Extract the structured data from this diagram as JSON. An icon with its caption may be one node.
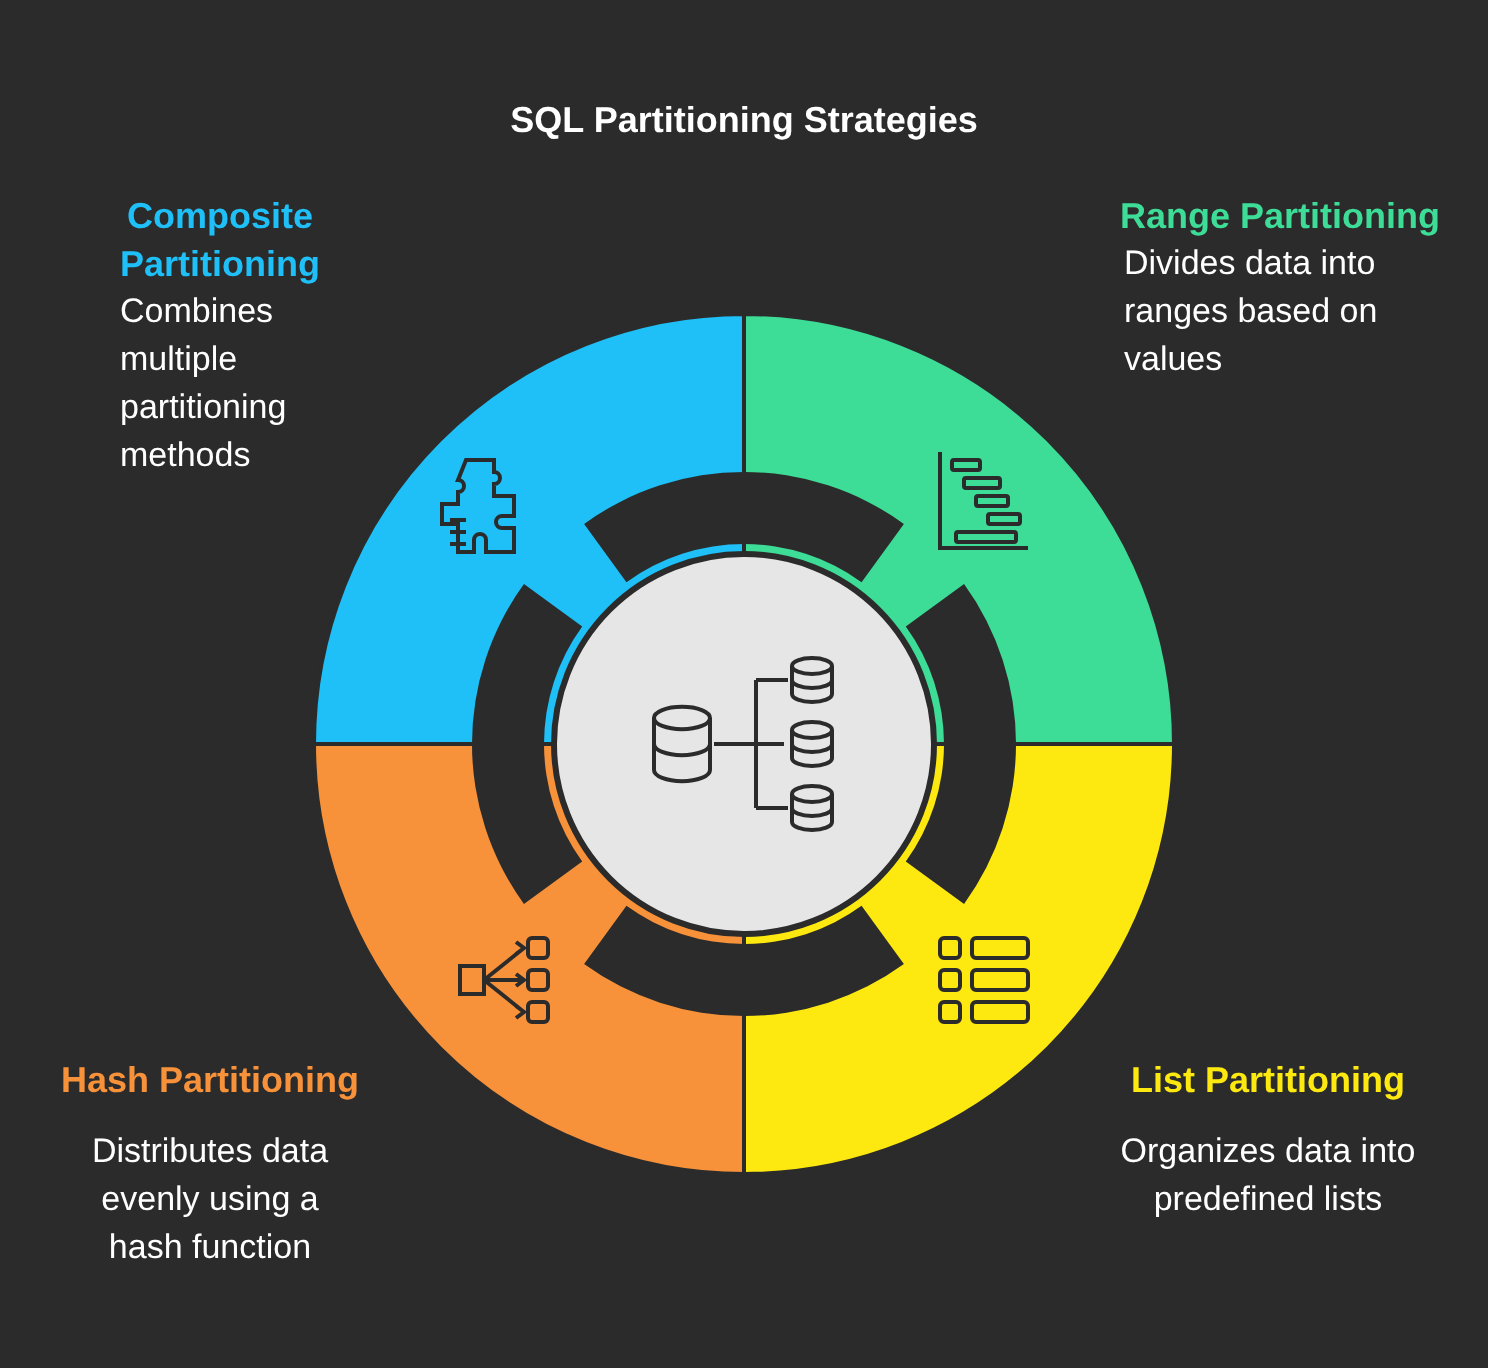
{
  "diagram": {
    "title": "SQL Partitioning Strategies",
    "nodes": [
      {
        "text": [
          "Composite Partitioning",
          "Combines multiple partitioning methods"
        ]
      },
      {
        "text": [
          "Range Partitioning",
          "Divides data into ranges based on values"
        ]
      },
      {
        "text": [
          "Hash Partitioning",
          "Distributes data evenly using a hash function"
        ]
      },
      {
        "text": [
          "List Partitioning",
          "Organizes data into predefined lists"
        ]
      },
      {
        "text": [],
        "shape": "circle"
      }
    ],
    "edges": []
  }
}
